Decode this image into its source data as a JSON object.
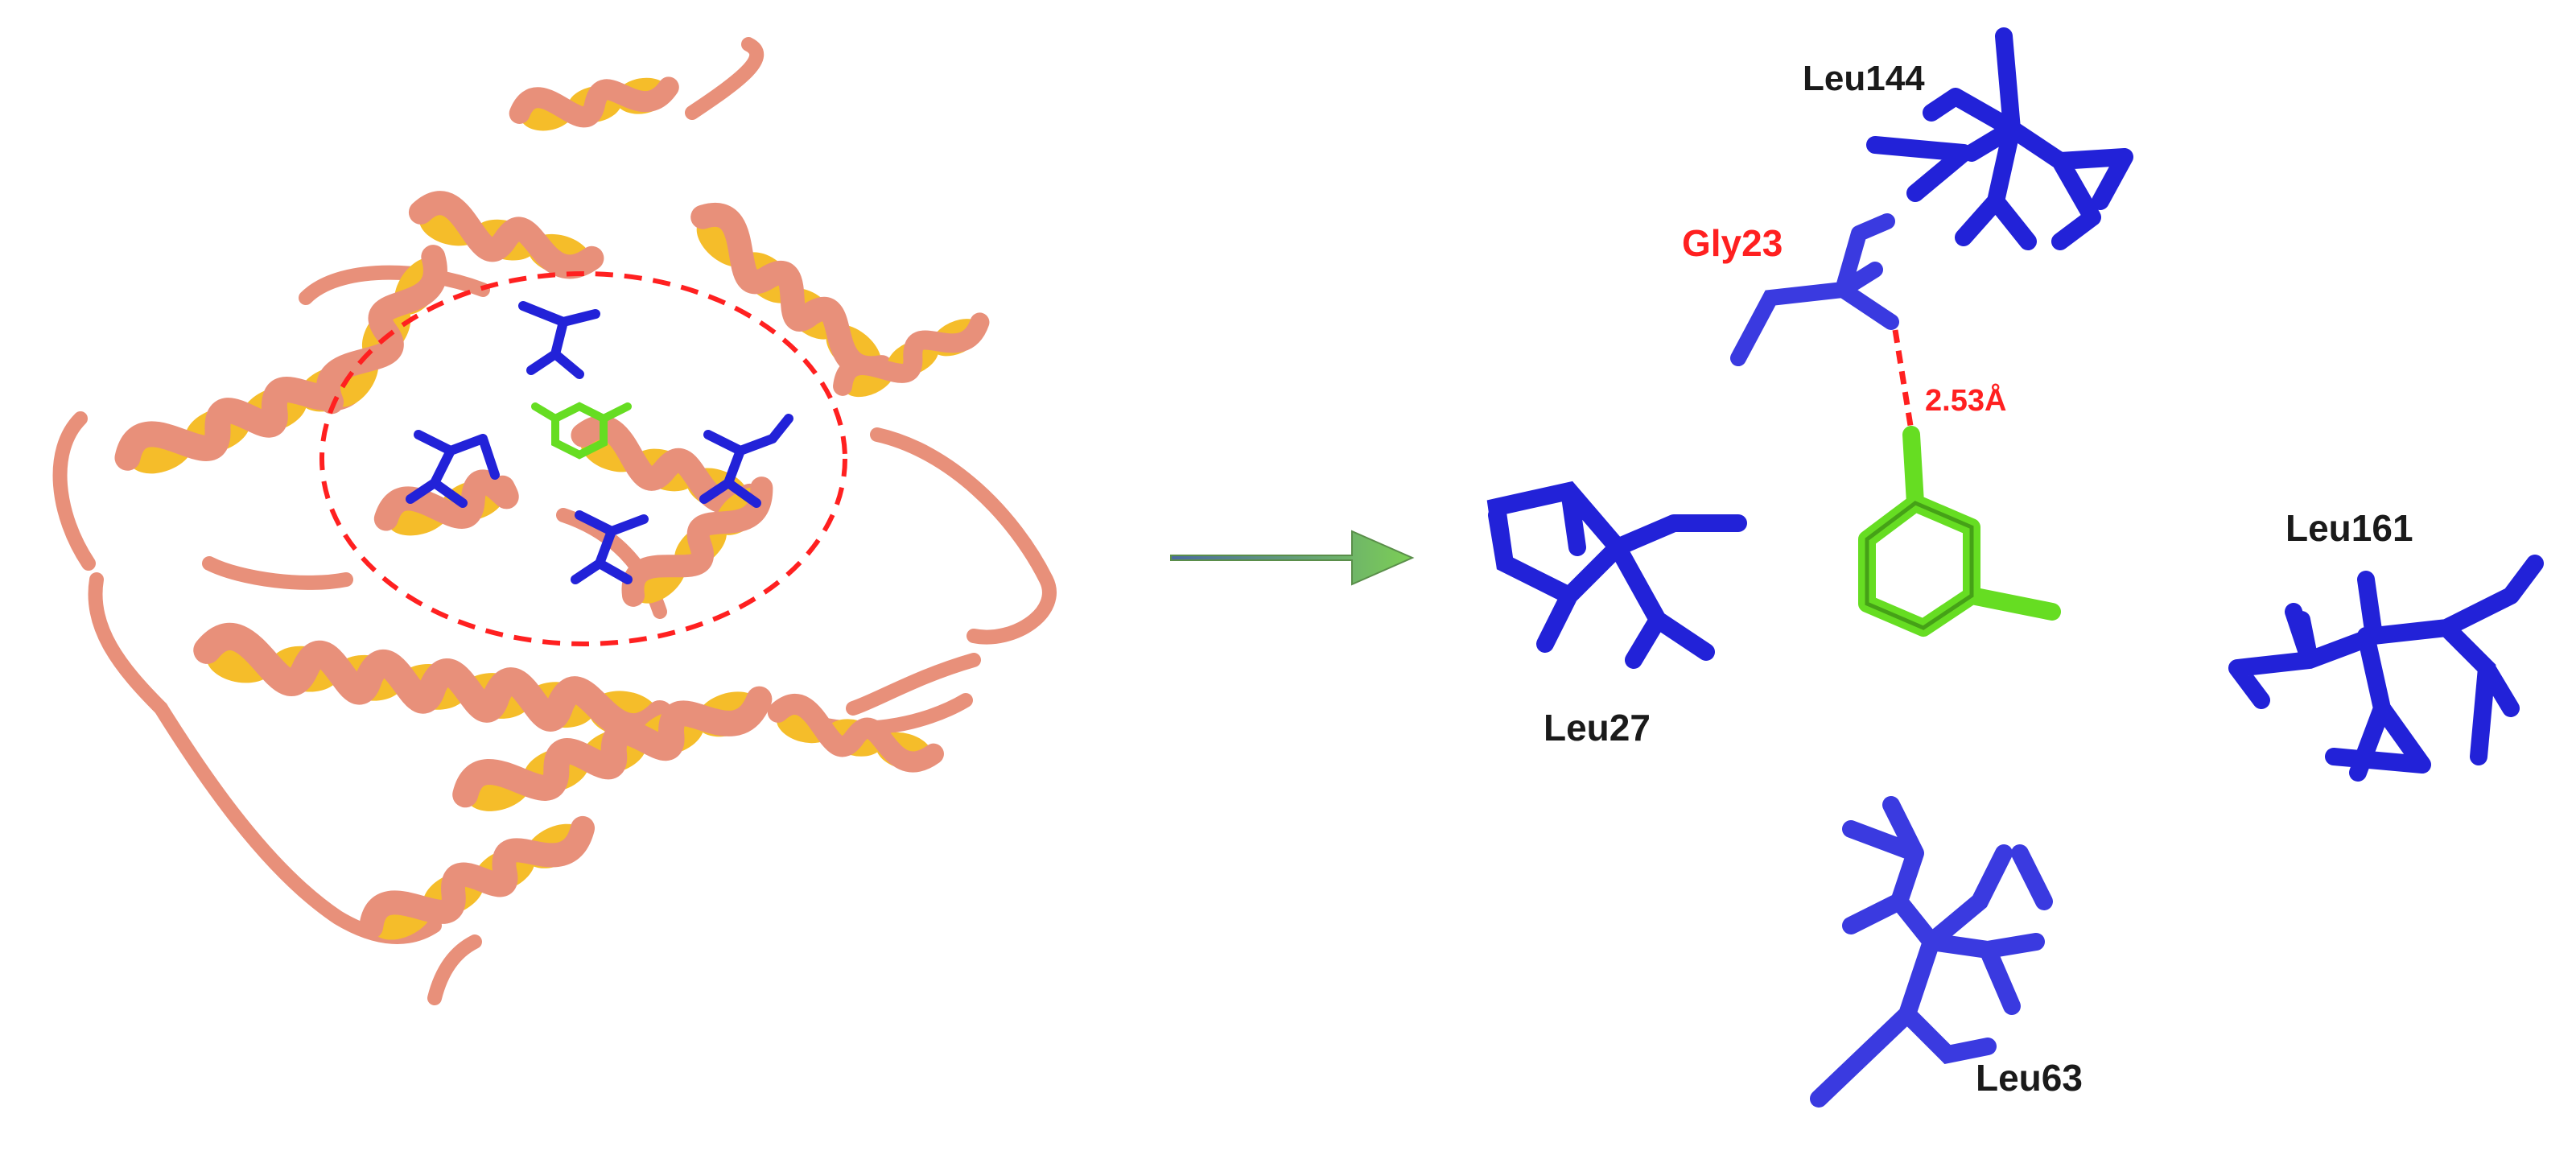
{
  "residues": {
    "leu144": "Leu144",
    "gly23": "Gly23",
    "leu27": "Leu27",
    "leu161": "Leu161",
    "leu63": "Leu63"
  },
  "hbond": {
    "distance": "2.53Å"
  },
  "colors": {
    "ribbon": "#e8907a",
    "ribbon_dark": "#c86a58",
    "helix_inner": "#f5bd2a",
    "residue": "#2222d8",
    "ligand": "#66dd22",
    "hbond": "#ff2020",
    "label_dark": "#1a1a1a",
    "label_red": "#ff2020",
    "arrow": "#6fbf4f"
  }
}
